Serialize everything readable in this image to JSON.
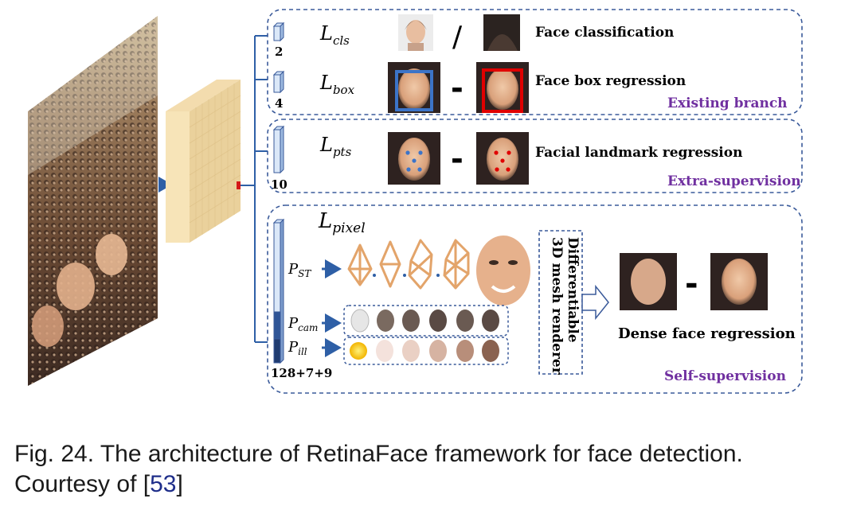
{
  "branches": {
    "cls": {
      "loss_base": "L",
      "loss_sub": "cls",
      "channels": "2",
      "task": "Face classification",
      "separator": "/"
    },
    "box": {
      "loss_base": "L",
      "loss_sub": "box",
      "channels": "4",
      "task": "Face box regression",
      "separator": "-"
    },
    "pts": {
      "loss_base": "L",
      "loss_sub": "pts",
      "channels": "10",
      "task": "Facial landmark regression",
      "separator": "-"
    },
    "pixel": {
      "loss_base": "L",
      "loss_sub": "pixel",
      "channels": "128+7+9",
      "task": "Dense face regression",
      "separator": "-",
      "renderer_line1": "Differentiable",
      "renderer_line2": "3D mesh renderer",
      "params": [
        {
          "base": "P",
          "sub": "ST"
        },
        {
          "base": "P",
          "sub": "cam"
        },
        {
          "base": "P",
          "sub": "ill"
        }
      ]
    }
  },
  "group_labels": {
    "existing": "Existing branch",
    "extra": "Extra-supervision",
    "self": "Self-supervision"
  },
  "colors": {
    "group_label": "#7030a0",
    "box_border": "#3a5a9a",
    "arrow": "#2e5fa6",
    "feature_map": "#f7e4b8",
    "gt_box": "#e00000",
    "pred_box": "#3c74c8"
  },
  "caption": {
    "text": "Fig. 24. The architecture of RetinaFace framework for face detection. Courtesy of [",
    "ref": "53",
    "close": "]"
  }
}
